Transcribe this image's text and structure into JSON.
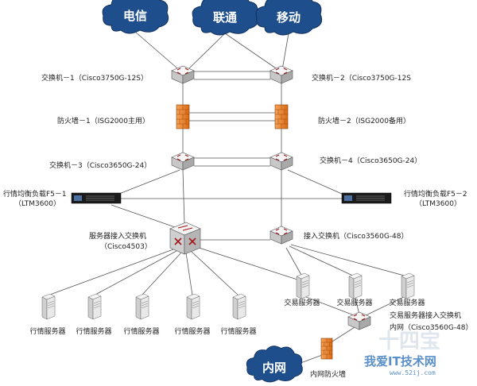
{
  "isps": {
    "telecom": "电信",
    "unicom": "联通",
    "mobile": "移动"
  },
  "core_switch_1": "交换机－1（Cisco3750G-12S）",
  "core_switch_2": "交换机－2（Cisco3750G-12S",
  "firewall_1": "防火墙－1（ISG2000主用）",
  "firewall_2": "防火墙－2（ISG2000备用）",
  "switch_3": "交换机－3（Cisco3650G-24）",
  "switch_4": "交换机－4（Cisco3650G-24）",
  "lb_1": {
    "line1": "行情均衡负载F5－1",
    "line2": "（LTM3600）"
  },
  "lb_2": {
    "line1": "行情均衡负载F5－2",
    "line2": "（LTM3600）"
  },
  "server_access_switch": {
    "line1": "服务器接入交换机",
    "line2": "（Cisco4503）"
  },
  "access_switch": "接入交换机（Cisco3560G-48）",
  "market_servers": [
    "行情服务器",
    "行情服务器",
    "行情服务器",
    "行情服务器",
    "行情服务器"
  ],
  "trade_servers": [
    "交易服务器",
    "交易服务器",
    "交易服务器"
  ],
  "trade_server_access_switch": {
    "line1": "交易服务器接入交换机",
    "line2": "内网（Cisco3560G-48）"
  },
  "intranet": "内网",
  "intranet_firewall": "内网防火墙",
  "watermark": {
    "text": "我爱IT技术网",
    "domain": "www.52ij.com",
    "big": "十四宝"
  },
  "colors": {
    "cloud": "#1e4e8c",
    "firewall": "#e8771a",
    "switch": "#e4e4e4",
    "line": "#555555"
  }
}
